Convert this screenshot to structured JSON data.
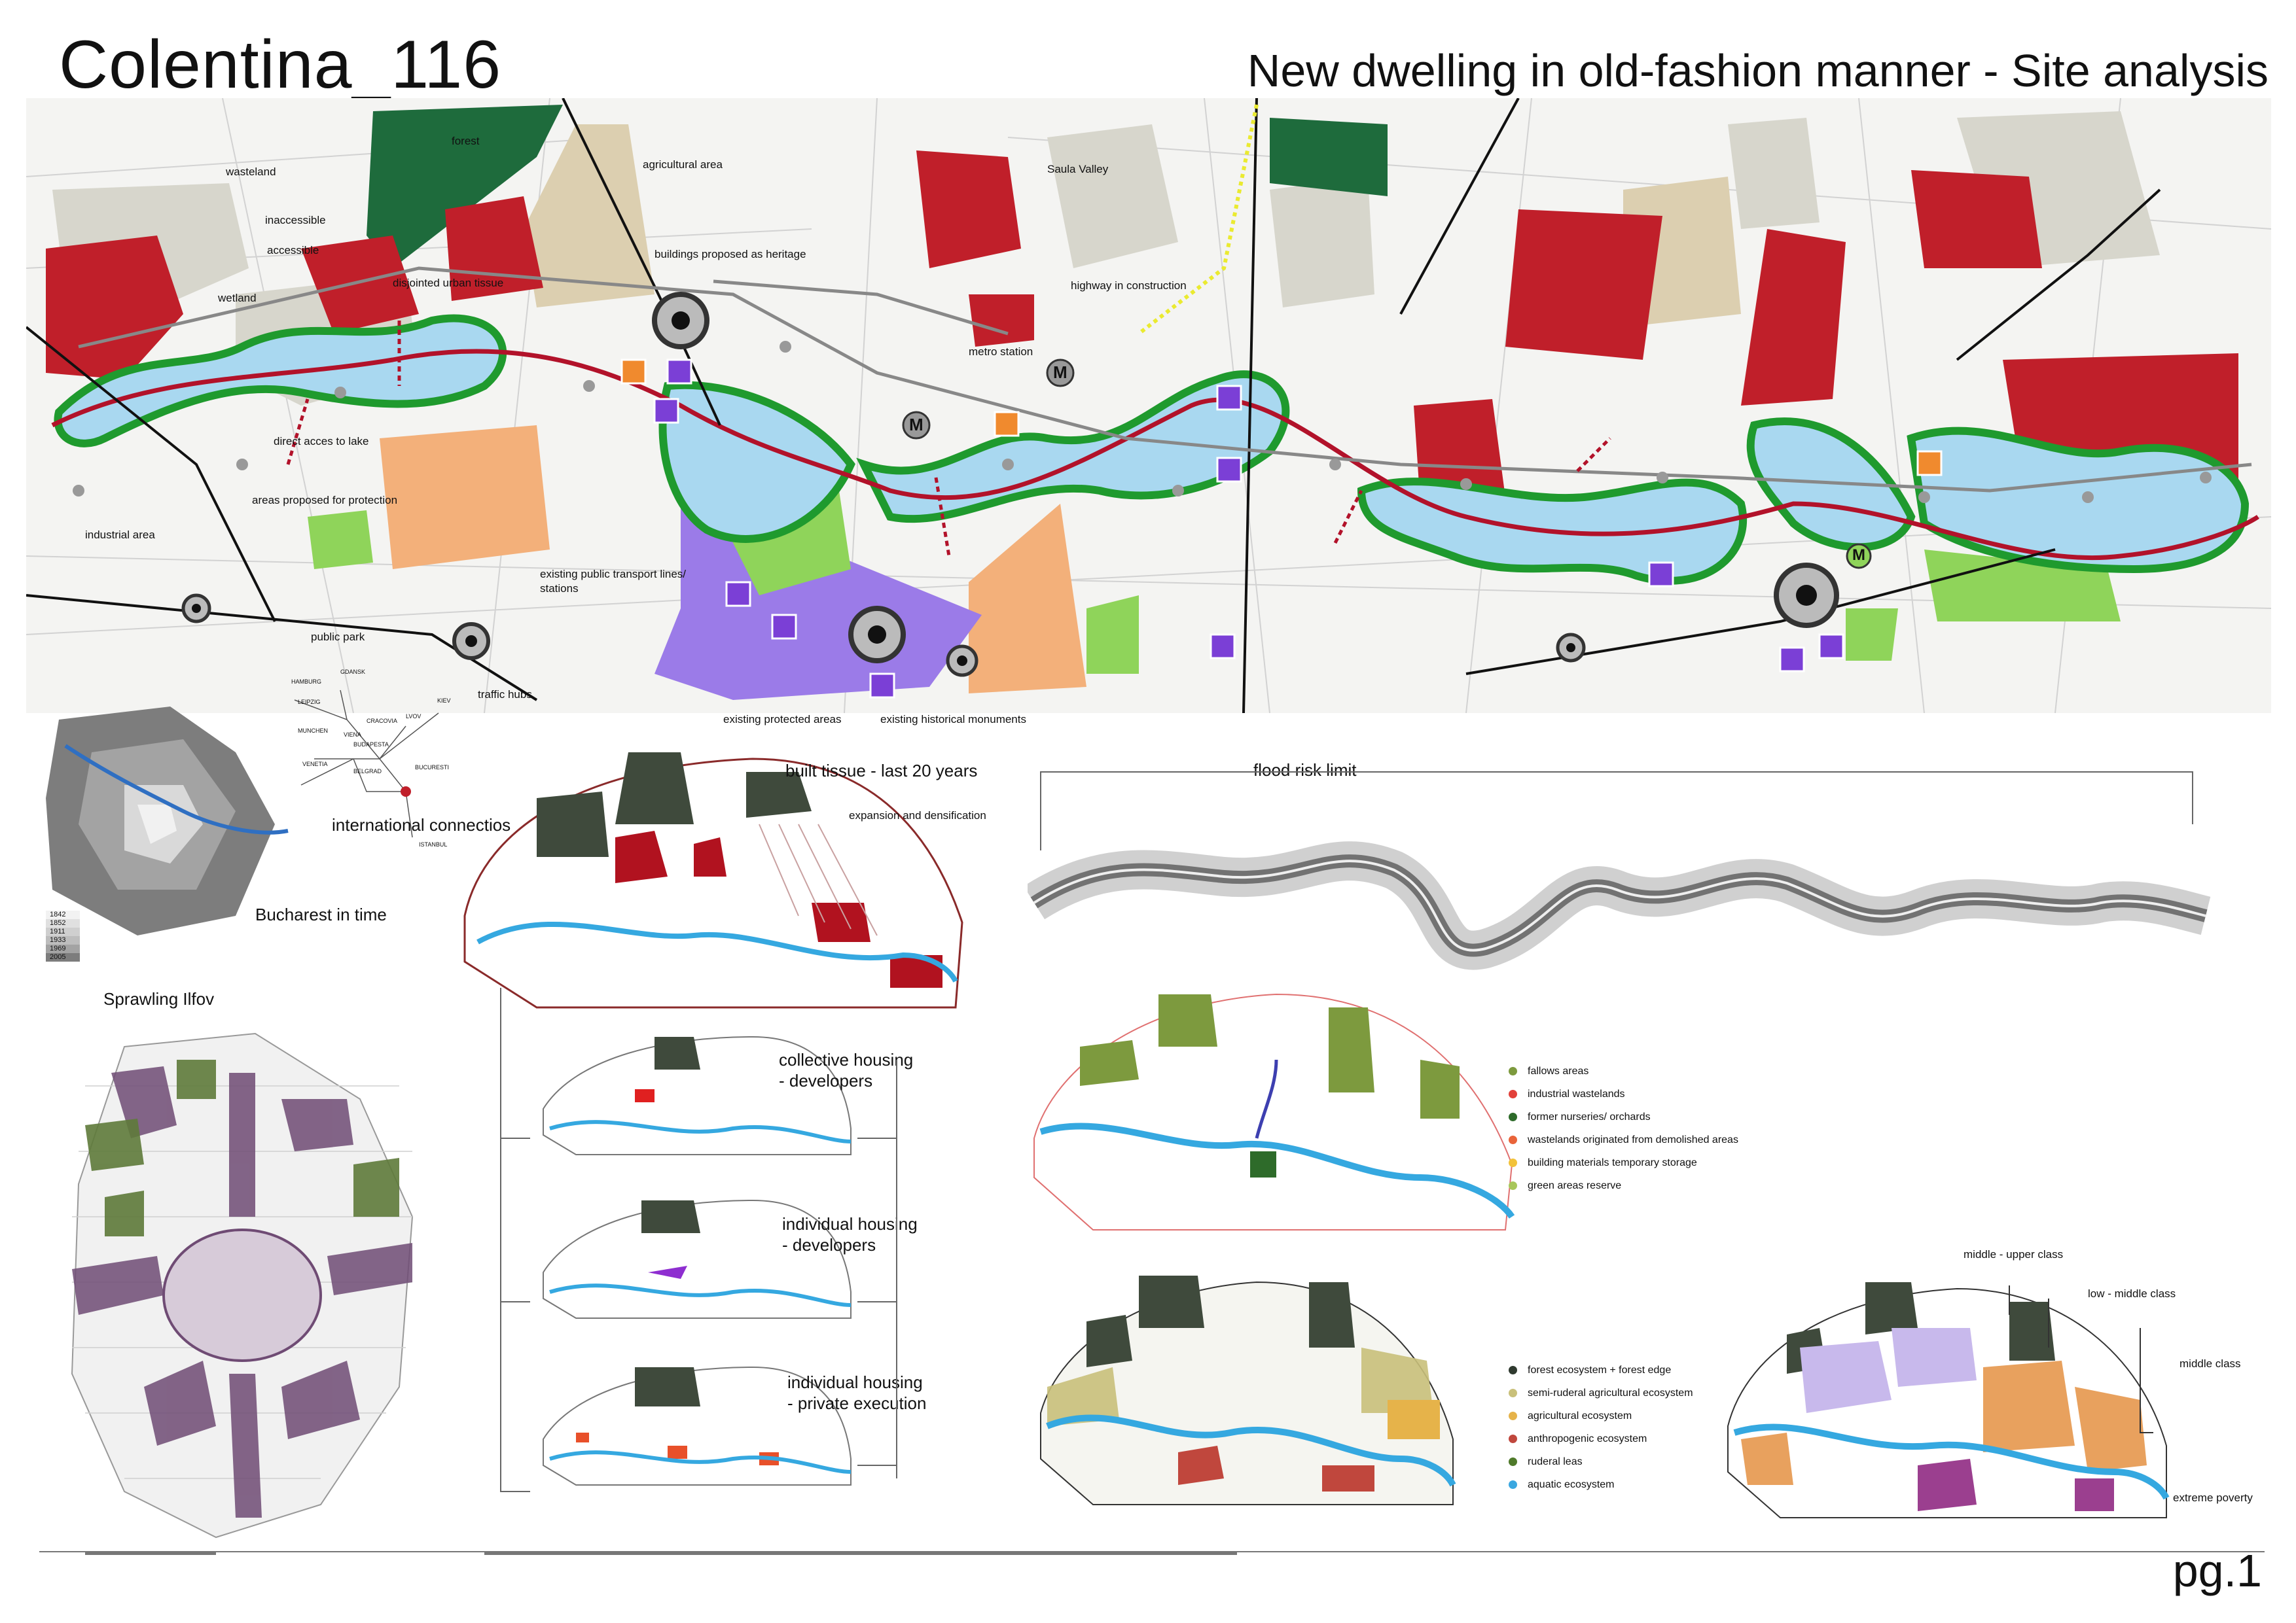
{
  "header": {
    "project_code": "Colentina_116",
    "subtitle": "New dwelling in old-fashion manner - Site analysis",
    "page_number": "pg.1"
  },
  "main_map": {
    "labels": {
      "forest": "forest",
      "wasteland": "wasteland",
      "inaccessible": "inaccessible",
      "accessible": "accessible",
      "wetland": "wetland",
      "disjointed": "disjointed urban tissue",
      "agricultural": "agricultural area",
      "heritage": "buildings proposed as heritage",
      "saula": "Saula Valley",
      "highway": "highway in construction",
      "metro": "metro station",
      "lake_access": "direct acces to lake",
      "protection": "areas proposed for protection",
      "industrial": "industrial area",
      "transport": "existing public transport lines/ stations",
      "public_park": "public park",
      "traffic_hubs": "traffic hubs",
      "protected_areas": "existing protected areas",
      "historical_monuments": "existing historical monuments"
    },
    "metro_symbol": "M"
  },
  "context": {
    "international": "international connectios",
    "bucharest_in_time": "Bucharest in time",
    "years": [
      "1842",
      "1852",
      "1911",
      "1933",
      "1969",
      "2005"
    ],
    "cities": [
      "HAMBURG",
      "GDANSK",
      "LEIPZIG",
      "KIEV",
      "CRACOVIA",
      "LVOV",
      "MUNCHEN",
      "VIENA",
      "BUDAPESTA",
      "VENETIA",
      "BELGRAD",
      "BUCURESTI",
      "ISTANBUL"
    ]
  },
  "sprawl": {
    "title": "Sprawling Ilfov"
  },
  "built_tissue": {
    "title": "built tissue - last 20 years",
    "expansion": "expansion and densification",
    "collective": [
      "collective housing",
      "- developers"
    ],
    "individual_dev": [
      "individual housing",
      "- developers"
    ],
    "individual_private": [
      "individual housing",
      "- private execution"
    ]
  },
  "flood": {
    "title": "flood risk limit"
  },
  "landuse_legend": {
    "items": [
      {
        "label": "fallows areas",
        "color": "#7d9a3e"
      },
      {
        "label": "industrial wastelands",
        "color": "#e2413a"
      },
      {
        "label": "former nurseries/ orchards",
        "color": "#2e6b2a"
      },
      {
        "label": "wastelands originated from demolished areas",
        "color": "#e9643a"
      },
      {
        "label": "building materials temporary storage",
        "color": "#f2c23a"
      },
      {
        "label": "green areas reserve",
        "color": "#a8c65a"
      }
    ]
  },
  "ecosystem_legend": {
    "items": [
      {
        "label": "forest ecosystem + forest edge",
        "color": "#2f3a2f"
      },
      {
        "label": "semi-ruderal agricultural ecosystem",
        "color": "#c9c07a"
      },
      {
        "label": "agricultural ecosystem",
        "color": "#e6b34a"
      },
      {
        "label": "anthropogenic ecosystem",
        "color": "#c0473d"
      },
      {
        "label": "ruderal leas",
        "color": "#4f7a2a"
      },
      {
        "label": "aquatic ecosystem",
        "color": "#3aa7e0"
      }
    ]
  },
  "social": {
    "middle_upper": "middle - upper class",
    "low_middle": "low - middle class",
    "middle": "middle class",
    "extreme_poverty": "extreme poverty"
  },
  "colors": {
    "river": "#a9d8f0",
    "river_edge": "#b2122a",
    "green_edge": "#1f9a2e",
    "red_tissue": "#c01f2a",
    "wasteland": "#d8d8cf",
    "forest": "#1e6b3c",
    "protected": "#9b7be8",
    "orange": "#f3b07a",
    "park": "#8fd45a",
    "aquatic": "#35a8e0"
  }
}
